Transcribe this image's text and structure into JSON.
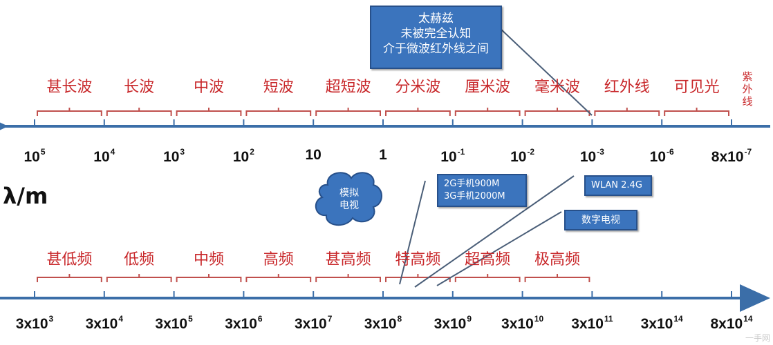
{
  "callout_main": {
    "lines": [
      "太赫兹",
      "未被完全认知",
      "介于微波红外线之间"
    ]
  },
  "wave_bands": [
    "甚长波",
    "长波",
    "中波",
    "短波",
    "超短波",
    "分米波",
    "厘米波",
    "毫米波",
    "红外线",
    "可见光"
  ],
  "wave_band_uv": [
    "紫外",
    "线"
  ],
  "wavelength_ticks": [
    {
      "m": "10",
      "e": "5"
    },
    {
      "m": "10",
      "e": "4"
    },
    {
      "m": "10",
      "e": "3"
    },
    {
      "m": "10",
      "e": "2"
    },
    {
      "m": "10",
      "e": ""
    },
    {
      "m": "1",
      "e": ""
    },
    {
      "m": "10",
      "e": "-1"
    },
    {
      "m": "10",
      "e": "-2"
    },
    {
      "m": "10",
      "e": "-3"
    },
    {
      "m": "10",
      "e": "-6"
    },
    {
      "m": "8x10",
      "e": "-7"
    }
  ],
  "unit_label": "λ/m",
  "cloud": {
    "lines": [
      "模拟",
      "电视"
    ]
  },
  "callout_mobile": {
    "lines": [
      "2G手机900M",
      "3G手机2000M"
    ]
  },
  "callout_wlan": "WLAN 2.4G",
  "callout_dtv": "数字电视",
  "freq_bands": [
    "甚低频",
    "低频",
    "中频",
    "高频",
    "甚高频",
    "特高频",
    "超高频",
    "极高频"
  ],
  "frequency_ticks": [
    {
      "m": "3x10",
      "e": "3"
    },
    {
      "m": "3x10",
      "e": "4"
    },
    {
      "m": "3x10",
      "e": "5"
    },
    {
      "m": "3x10",
      "e": "6"
    },
    {
      "m": "3x10",
      "e": "7"
    },
    {
      "m": "3x10",
      "e": "8"
    },
    {
      "m": "3x10",
      "e": "9"
    },
    {
      "m": "3x10",
      "e": "10"
    },
    {
      "m": "3x10",
      "e": "11"
    },
    {
      "m": "3x10",
      "e": "14"
    },
    {
      "m": "8x10",
      "e": "14"
    }
  ],
  "watermark": "一手网",
  "colors": {
    "axis": "#3b6ea8",
    "band_text": "#c8272a",
    "bracket": "#c0504d",
    "callout_fill": "#3b74bd",
    "callout_border": "#27508a"
  }
}
